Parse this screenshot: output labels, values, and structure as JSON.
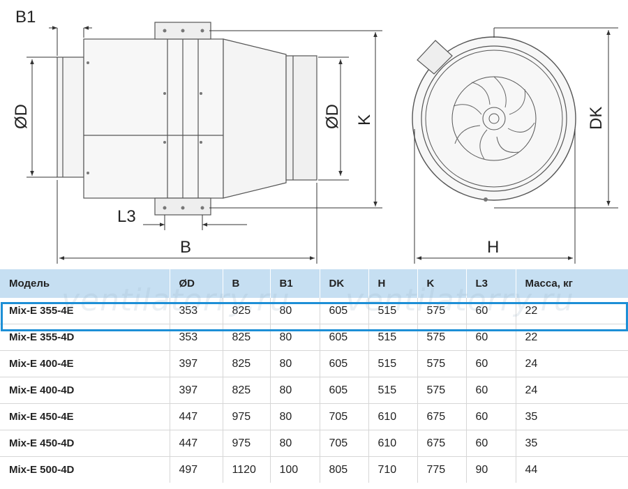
{
  "drawing": {
    "labels": {
      "b1": "B1",
      "d_left": "ØD",
      "d_right": "ØD",
      "k": "K",
      "l3": "L3",
      "b": "B",
      "dk": "DK",
      "h": "H"
    }
  },
  "watermark": "ventilatorry.ru",
  "table": {
    "headers": [
      "Модель",
      "ØD",
      "B",
      "B1",
      "DK",
      "H",
      "K",
      "L3",
      "Масса, кг"
    ],
    "rows": [
      [
        "Mix-E 355-4E",
        "353",
        "825",
        "80",
        "605",
        "515",
        "575",
        "60",
        "22"
      ],
      [
        "Mix-E 355-4D",
        "353",
        "825",
        "80",
        "605",
        "515",
        "575",
        "60",
        "22"
      ],
      [
        "Mix-E 400-4E",
        "397",
        "825",
        "80",
        "605",
        "515",
        "575",
        "60",
        "24"
      ],
      [
        "Mix-E 400-4D",
        "397",
        "825",
        "80",
        "605",
        "515",
        "575",
        "60",
        "24"
      ],
      [
        "Mix-E 450-4E",
        "447",
        "975",
        "80",
        "705",
        "610",
        "675",
        "60",
        "35"
      ],
      [
        "Mix-E 450-4D",
        "447",
        "975",
        "80",
        "705",
        "610",
        "675",
        "60",
        "35"
      ],
      [
        "Mix-E 500-4D",
        "497",
        "1120",
        "100",
        "805",
        "710",
        "775",
        "90",
        "44"
      ]
    ],
    "highlighted_row": 0
  },
  "colors": {
    "header_bg": "#c6dff2",
    "highlight": "#1d8fd6",
    "line": "#444444"
  }
}
